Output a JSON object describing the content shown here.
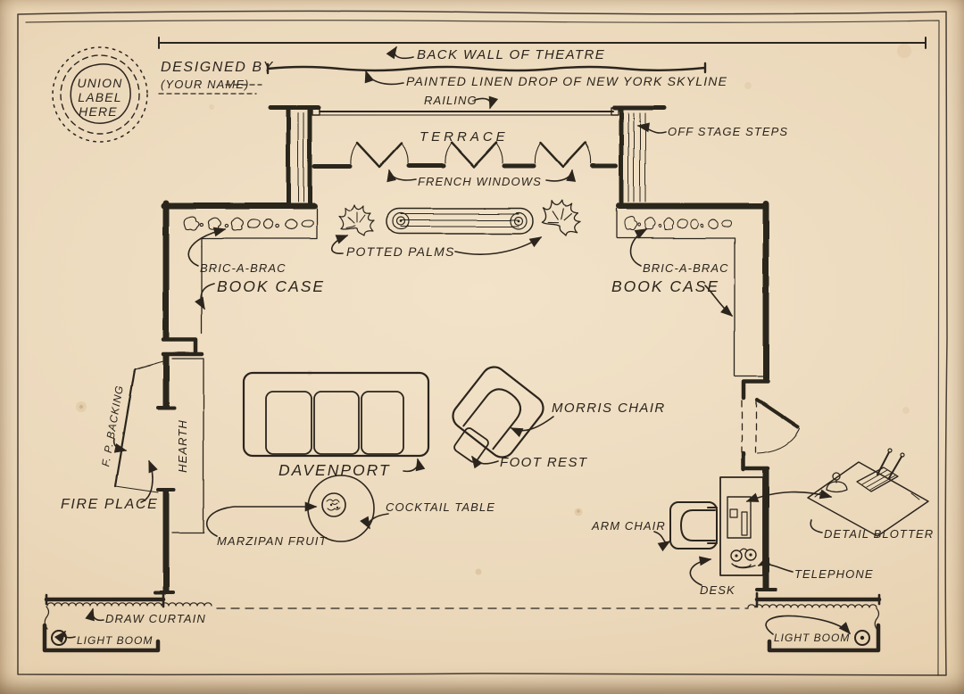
{
  "sheet": {
    "kind": "hand-drawn stage set floor plan",
    "ink_color": "#2b251d",
    "paper_color": "#ecd9bc"
  },
  "stamp": {
    "line1": "UNION",
    "line2": "LABEL",
    "line3": "HERE"
  },
  "credit": {
    "designed_by": "DESIGNED BY",
    "your_name": "(YOUR NAME)"
  },
  "labels": {
    "back_wall": "BACK WALL OF THEATRE",
    "painted_drop": "PAINTED LINEN DROP OF NEW YORK SKYLINE",
    "railing": "RAILING",
    "terrace": "TERRACE",
    "french_windows": "FRENCH WINDOWS",
    "off_stage_steps": "OFF STAGE STEPS",
    "bric_a_brac_left": "BRIC-A-BRAC",
    "book_case_left": "BOOK CASE",
    "bric_a_brac_right": "BRIC-A-BRAC",
    "book_case_right": "BOOK CASE",
    "potted_palms": "POTTED PALMS",
    "fp_backing": "F. P. BACKING",
    "hearth": "HEARTH",
    "fire_place": "FIRE PLACE",
    "davenport": "DAVENPORT",
    "marzipan_fruit": "MARZIPAN FRUIT",
    "cocktail_table": "COCKTAIL TABLE",
    "morris_chair": "MORRIS CHAIR",
    "foot_rest": "FOOT REST",
    "arm_chair": "ARM CHAIR",
    "desk": "DESK",
    "telephone": "TELEPHONE",
    "detail_blotter": "DETAIL BLOTTER",
    "draw_curtain": "DRAW CURTAIN",
    "light_boom_left": "LIGHT BOOM",
    "light_boom_right": "LIGHT BOOM"
  }
}
